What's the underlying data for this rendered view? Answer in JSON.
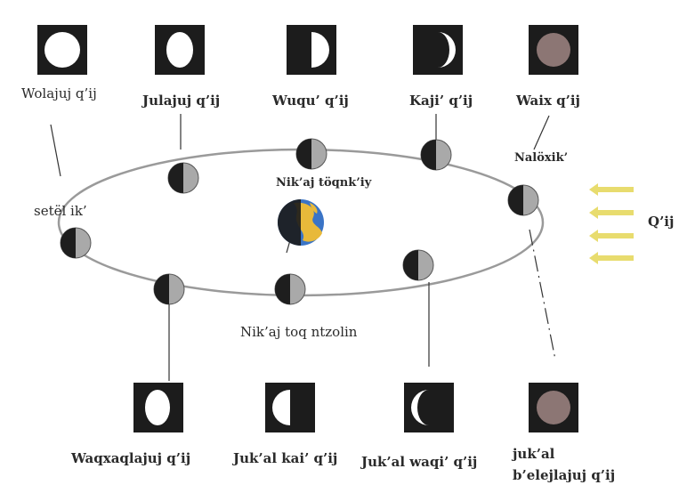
{
  "phases_top": [
    {
      "id": "wolajuj",
      "label": "Wolajuj q’ij"
    },
    {
      "id": "julajuj",
      "label": "Julajuj q’ij"
    },
    {
      "id": "wuqu",
      "label": "Wuqu’ q’ij"
    },
    {
      "id": "kaji",
      "label": "Kaji’ q’ij"
    },
    {
      "id": "waix",
      "label": "Waix q’ij"
    }
  ],
  "phases_bottom": [
    {
      "id": "waqxaqlajuj",
      "label": "Waqxaqlajuj q’ij"
    },
    {
      "id": "jukal-kai",
      "label": "Juk’al kai’ q’ij"
    },
    {
      "id": "jukal-waqi",
      "label": "Juk’al waqi’ q’ij"
    },
    {
      "id": "jukal-belejlajuj",
      "label": "juk’al\nb’elejlajuj q’ij"
    }
  ],
  "labels": {
    "satellite": "setël ik’",
    "nalaxik": "Nalöxik’",
    "earth_center": "Nik’aj töqnk’iy",
    "orbit_bottom": "Nik’aj toq ntzolin",
    "sunlight": "Q’ij"
  },
  "colors": {
    "tile_bg": "#1c1c1c",
    "moon_lit": "#ffffff",
    "moon_dark_tile": "#8c7674",
    "orbit": "#9a9a9a",
    "sun_arrow": "#e8dc6e",
    "earth_ocean": "#3a74c6",
    "earth_land": "#e8b93a"
  }
}
